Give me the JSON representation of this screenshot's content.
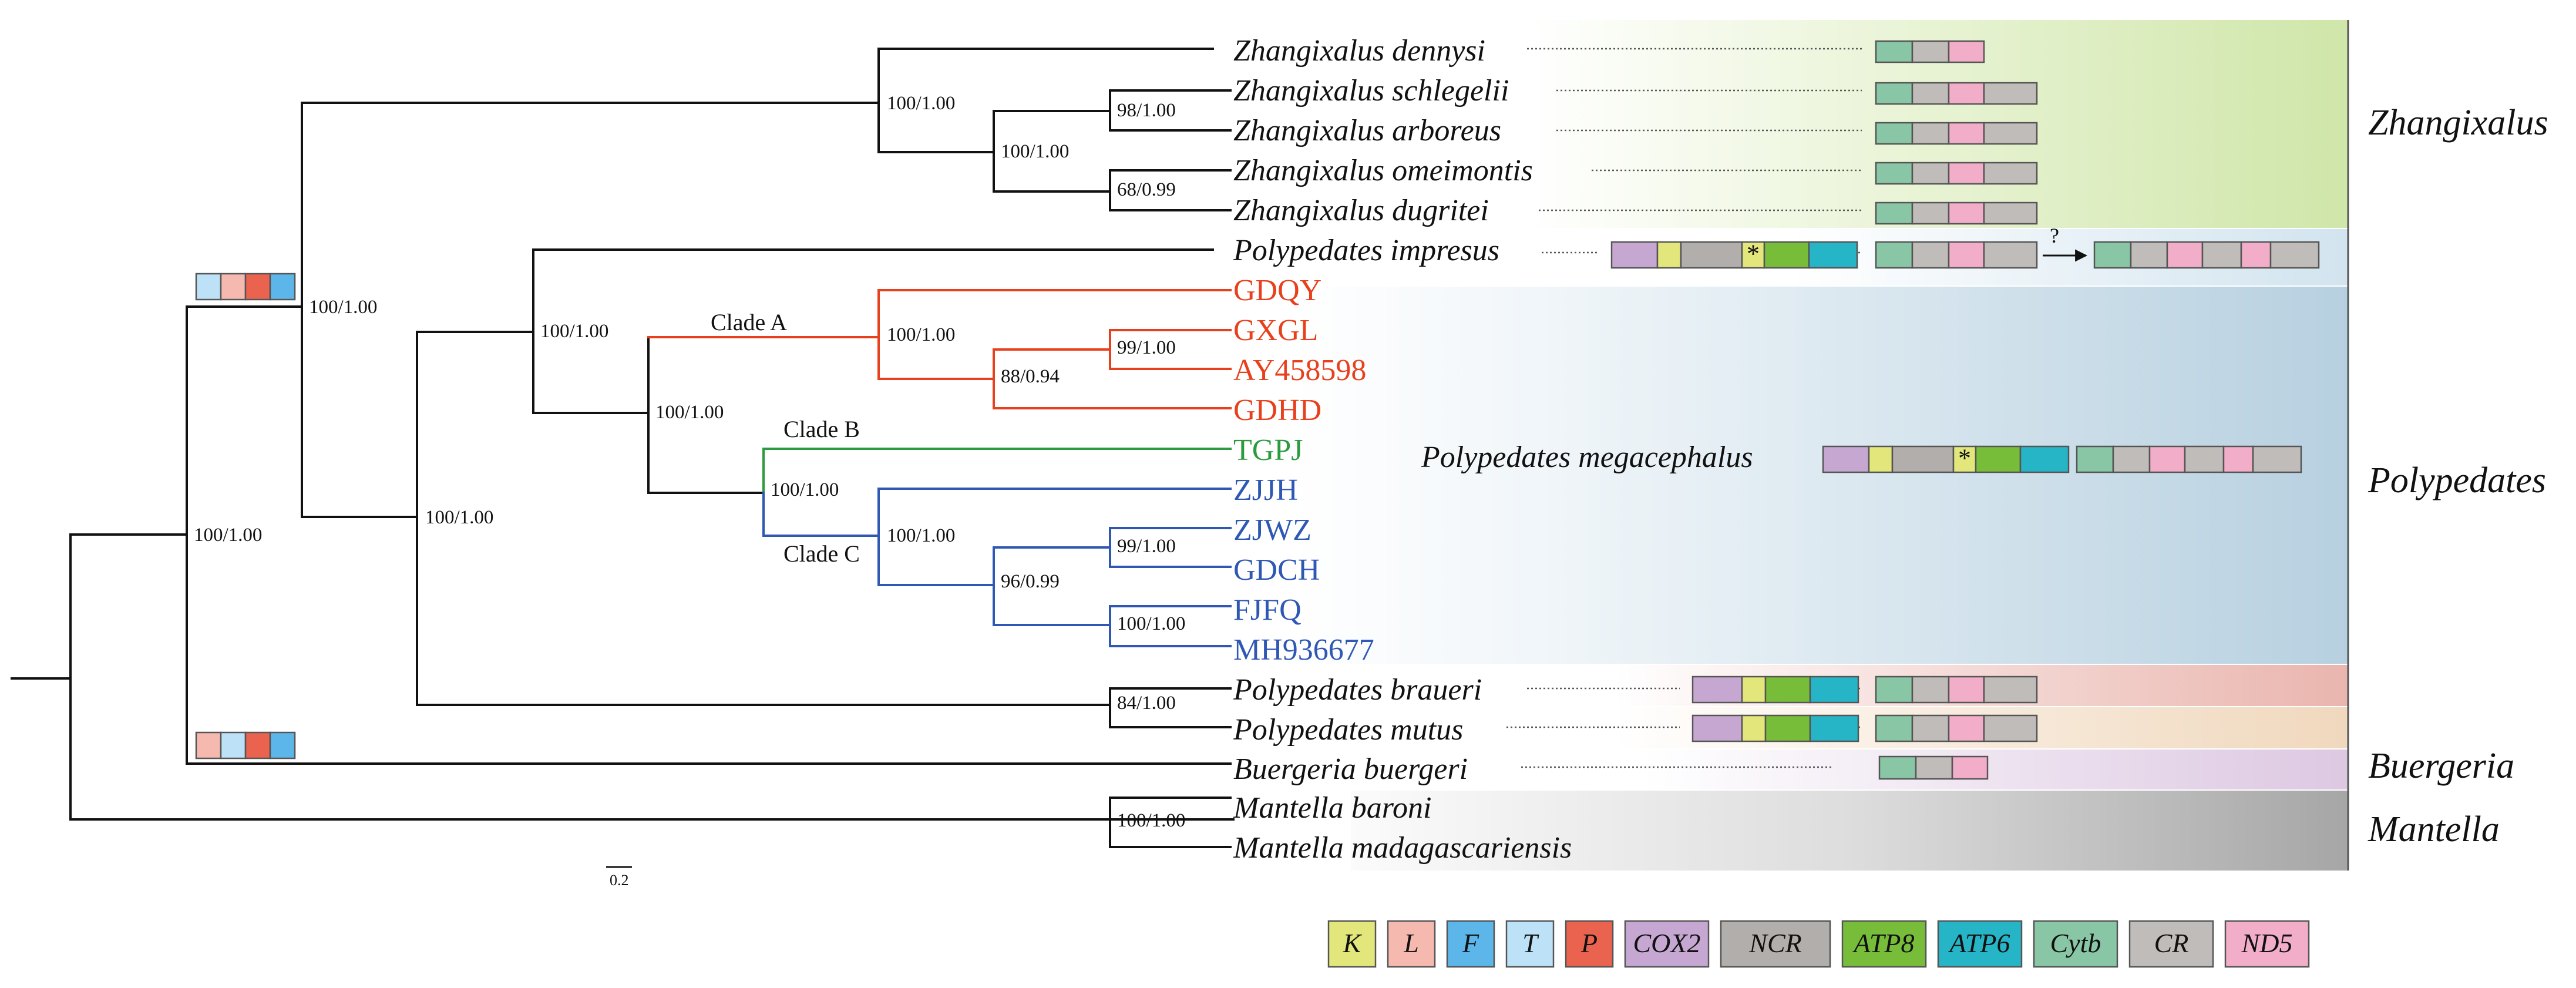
{
  "colors": {
    "K": "#e3e77b",
    "L": "#f5b9b0",
    "F": "#5cb6ea",
    "T": "#bde1f6",
    "P": "#e9634f",
    "COX2": "#c6a7d2",
    "NCR": "#b2aeab",
    "ATP8": "#78bd3a",
    "ATP6": "#26b4c7",
    "Cytb": "#88c6a5",
    "CR": "#c0bcba",
    "ND5": "#f2adc8",
    "cladeA": "#e8401c",
    "cladeB": "#2c9a3e",
    "cladeC": "#2e58b4",
    "branch": "#111111"
  },
  "taxa": [
    {
      "id": "z-dennysi",
      "label": "Zhangixalus dennysi",
      "italic": true,
      "color": "#111111"
    },
    {
      "id": "z-schlegelii",
      "label": "Zhangixalus schlegelii",
      "italic": true,
      "color": "#111111"
    },
    {
      "id": "z-arboreus",
      "label": "Zhangixalus arboreus",
      "italic": true,
      "color": "#111111"
    },
    {
      "id": "z-omeimontis",
      "label": "Zhangixalus omeimontis",
      "italic": true,
      "color": "#111111"
    },
    {
      "id": "z-dugritei",
      "label": "Zhangixalus dugritei",
      "italic": true,
      "color": "#111111"
    },
    {
      "id": "p-impresus",
      "label": "Polypedates impresus",
      "italic": true,
      "color": "#111111"
    },
    {
      "id": "gdqy",
      "label": "GDQY",
      "italic": false,
      "color": "#e8401c"
    },
    {
      "id": "gxgl",
      "label": "GXGL",
      "italic": false,
      "color": "#e8401c"
    },
    {
      "id": "ay458598",
      "label": "AY458598",
      "italic": false,
      "color": "#e8401c"
    },
    {
      "id": "gdhd",
      "label": "GDHD",
      "italic": false,
      "color": "#e8401c"
    },
    {
      "id": "tgpj",
      "label": "TGPJ",
      "italic": false,
      "color": "#2c9a3e"
    },
    {
      "id": "zjjh",
      "label": "ZJJH",
      "italic": false,
      "color": "#2e58b4"
    },
    {
      "id": "zjwz",
      "label": "ZJWZ",
      "italic": false,
      "color": "#2e58b4"
    },
    {
      "id": "gdch",
      "label": "GDCH",
      "italic": false,
      "color": "#2e58b4"
    },
    {
      "id": "fjfq",
      "label": "FJFQ",
      "italic": false,
      "color": "#2e58b4"
    },
    {
      "id": "mh936677",
      "label": "MH936677",
      "italic": false,
      "color": "#2e58b4"
    },
    {
      "id": "p-braueri",
      "label": "Polypedates braueri",
      "italic": true,
      "color": "#111111"
    },
    {
      "id": "p-mutus",
      "label": "Polypedates mutus",
      "italic": true,
      "color": "#111111"
    },
    {
      "id": "b-buergeri",
      "label": "Buergeria buergeri",
      "italic": true,
      "color": "#111111"
    },
    {
      "id": "m-baroni",
      "label": "Mantella baroni",
      "italic": true,
      "color": "#111111"
    },
    {
      "id": "m-madagascariensis",
      "label": "Mantella madagascariensis",
      "italic": true,
      "color": "#111111"
    }
  ],
  "supports": [
    {
      "id": "s-zhang-root",
      "value": "100/1.00"
    },
    {
      "id": "s-zhang-sub",
      "value": "100/1.00"
    },
    {
      "id": "s-schleg-arb",
      "value": "98/1.00"
    },
    {
      "id": "s-omei-dug",
      "value": "68/0.99"
    },
    {
      "id": "s-rhaco-poly",
      "value": "100/1.00"
    },
    {
      "id": "s-poly-imp",
      "value": "100/1.00"
    },
    {
      "id": "s-megaceph",
      "value": "100/1.00"
    },
    {
      "id": "s-clade-a",
      "value": "100/1.00"
    },
    {
      "id": "s-clade-a-sub",
      "value": "88/0.94"
    },
    {
      "id": "s-gxgl-ay",
      "value": "99/1.00"
    },
    {
      "id": "s-bc",
      "value": "100/1.00"
    },
    {
      "id": "s-clade-c",
      "value": "100/1.00"
    },
    {
      "id": "s-clade-c-sub",
      "value": "96/0.99"
    },
    {
      "id": "s-zjwz-gdch",
      "value": "99/1.00"
    },
    {
      "id": "s-fjfq-mh",
      "value": "100/1.00"
    },
    {
      "id": "s-poly-all",
      "value": "100/1.00"
    },
    {
      "id": "s-braueri-mutus",
      "value": "84/1.00"
    },
    {
      "id": "s-rhaco-buerg",
      "value": "100/1.00"
    },
    {
      "id": "s-mantella",
      "value": "100/1.00"
    }
  ],
  "clade_labels": {
    "a": "Clade A",
    "b": "Clade B",
    "c": "Clade C"
  },
  "genus_labels": {
    "zhangixalus": "Zhangixalus",
    "polypedates": "Polypedates",
    "buergeria": "Buergeria",
    "mantella": "Mantella"
  },
  "megacephalus_label": "Polypedates megacephalus",
  "rearrangement_mark": "?",
  "asterisk": "*",
  "scale_bar": "0.2",
  "gene_orders": {
    "trna_upper": [
      "T",
      "L",
      "P",
      "F"
    ],
    "trna_lower": [
      "L",
      "T",
      "P",
      "F"
    ],
    "z_dennysi": [
      "Cytb",
      "CR",
      "ND5"
    ],
    "z_four_cells": [
      "Cytb",
      "CR",
      "ND5",
      "CR"
    ],
    "p_impresus_front": [
      "COX2",
      "K",
      "NCR",
      "K*",
      "ATP8",
      "ATP6"
    ],
    "p_impresus_mid": [
      "Cytb",
      "CR",
      "ND5",
      "CR"
    ],
    "p_impresus_dup": [
      "Cytb",
      "CR",
      "ND5",
      "CR",
      "ND5",
      "CR"
    ],
    "megaceph_front": [
      "COX2",
      "K",
      "NCR",
      "K*",
      "ATP8",
      "ATP6"
    ],
    "megaceph_back": [
      "Cytb",
      "CR",
      "ND5",
      "CR",
      "ND5",
      "CR"
    ],
    "braueri_front": [
      "COX2",
      "K",
      "ATP8",
      "ATP6"
    ],
    "braueri_back": [
      "Cytb",
      "CR",
      "ND5",
      "CR"
    ],
    "mutus_front": [
      "COX2",
      "K",
      "ATP8",
      "ATP6"
    ],
    "mutus_back": [
      "Cytb",
      "CR",
      "ND5",
      "CR"
    ],
    "buergeri": [
      "Cytb",
      "CR",
      "ND5"
    ]
  },
  "legend": [
    {
      "key": "K",
      "label": "K"
    },
    {
      "key": "L",
      "label": "L"
    },
    {
      "key": "F",
      "label": "F"
    },
    {
      "key": "T",
      "label": "T"
    },
    {
      "key": "P",
      "label": "P"
    },
    {
      "key": "COX2",
      "label": "COX2"
    },
    {
      "key": "NCR",
      "label": "NCR"
    },
    {
      "key": "ATP8",
      "label": "ATP8"
    },
    {
      "key": "ATP6",
      "label": "ATP6"
    },
    {
      "key": "Cytb",
      "label": "Cytb"
    },
    {
      "key": "CR",
      "label": "CR"
    },
    {
      "key": "ND5",
      "label": "ND5"
    }
  ]
}
